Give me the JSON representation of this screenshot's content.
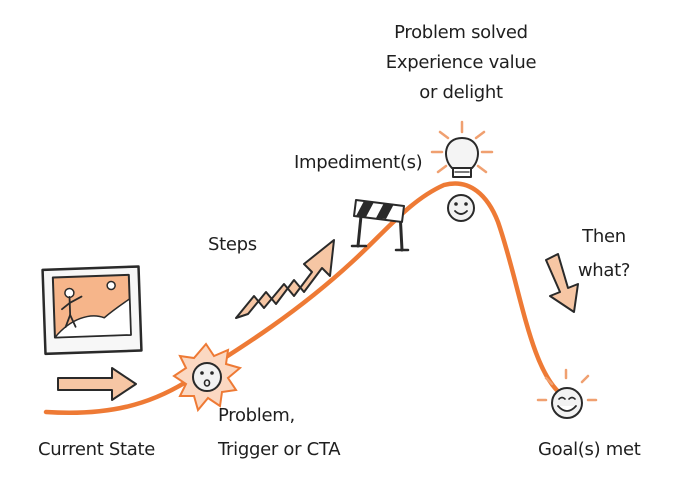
{
  "diagram": {
    "labels": {
      "current_state": "Current State",
      "problem_line1": "Problem,",
      "problem_line2": "Trigger or CTA",
      "steps": "Steps",
      "impediments": "Impediment(s)",
      "solved_line1": "Problem solved",
      "solved_line2": "Experience value",
      "solved_line3": "or delight",
      "then_line1": "Then",
      "then_line2": "what?",
      "goal": "Goal(s) met"
    },
    "icons": {
      "picture": "landscape-picture-icon",
      "arrow": "right-arrow-icon",
      "trigger": "surprised-face-icon",
      "steps": "zigzag-arrow-icon",
      "barrier": "barrier-icon",
      "idea": "lightbulb-icon",
      "happy": "smiling-face-icon",
      "down": "down-arrow-icon",
      "goal": "delighted-face-icon"
    },
    "colors": {
      "accent": "#ee7a35",
      "accent_fill": "#f6c6a4",
      "ink": "#2a2a2a",
      "face": "#f2f2f2"
    }
  }
}
